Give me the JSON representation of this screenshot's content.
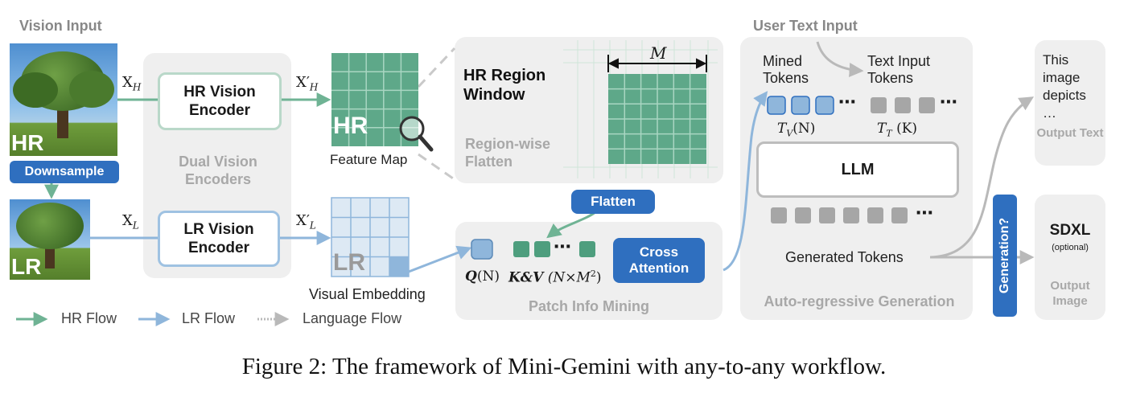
{
  "vision_input": {
    "title": "Vision Input",
    "hr_tag": "HR",
    "lr_tag": "LR",
    "downsample": "Downsample",
    "x_h": "X",
    "x_h_sub": "H",
    "x_l": "X",
    "x_l_sub": "L"
  },
  "dual_encoders": {
    "hr_encoder": "HR Vision Encoder",
    "lr_encoder": "LR Vision Encoder",
    "group_label": "Dual Vision Encoders",
    "xp_h": "X′",
    "xp_h_sub": "H",
    "xp_l": "X′",
    "xp_l_sub": "L"
  },
  "feature_map": {
    "label": "Feature Map",
    "hr_tag": "HR",
    "embed_label": "Visual Embedding",
    "lr_tag": "LR"
  },
  "region_window": {
    "title": "HR Region Window",
    "m_label": "M",
    "flatten_text": "Region-wise Flatten",
    "flatten_button": "Flatten"
  },
  "patch_info": {
    "q_label": "Q",
    "q_arg": "(N)",
    "kv_label": "K&V",
    "kv_arg": "(N×M",
    "kv_exp": "2",
    "kv_close": ")",
    "cross_attention": "Cross Attention",
    "title": "Patch Info Mining",
    "ellipsis": "⋯"
  },
  "llm_section": {
    "user_text_input": "User Text Input",
    "mined_tokens": "Mined Tokens",
    "text_input_tokens": "Text Input Tokens",
    "tv": "T",
    "tv_sub": "V",
    "tv_arg": "(N)",
    "tt": "T",
    "tt_sub": "T",
    "tt_arg": "(K)",
    "llm": "LLM",
    "generated_tokens": "Generated Tokens",
    "title": "Auto-regressive Generation",
    "dots": "⋯"
  },
  "outputs": {
    "text_output": "This image depicts …",
    "output_text_label": "Output Text",
    "generation": "Generation?",
    "sdxl": "SDXL",
    "optional": "(optional)",
    "output_image_label": "Output Image"
  },
  "legend": {
    "hr_flow": "HR Flow",
    "lr_flow": "LR Flow",
    "language_flow": "Language Flow"
  },
  "colors": {
    "hr_green": "#4e9e7e",
    "lr_blue": "#8fb6db",
    "accent_blue": "#2f6fbf",
    "language_gray": "#b9b9b9"
  },
  "caption": "Figure 2: The framework of Mini-Gemini with any-to-any workflow."
}
